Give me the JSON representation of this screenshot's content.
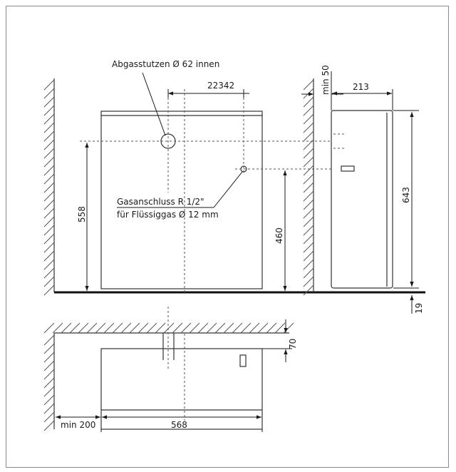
{
  "labels": {
    "flue": "Abgasstutzen Ø 62 innen",
    "gas_line1": "Gasanschluss R 1/2\"",
    "gas_line2": "für Flüssiggas Ø 12 mm"
  },
  "dimensions": {
    "flue_offset": "22342",
    "width_side": "213",
    "wall_clear": "min 50",
    "height_total": "643",
    "flue_height": "558",
    "gas_height": "460",
    "bottom_gap": "19",
    "top_clear": "70",
    "left_clear": "min 200",
    "width_front": "568"
  }
}
